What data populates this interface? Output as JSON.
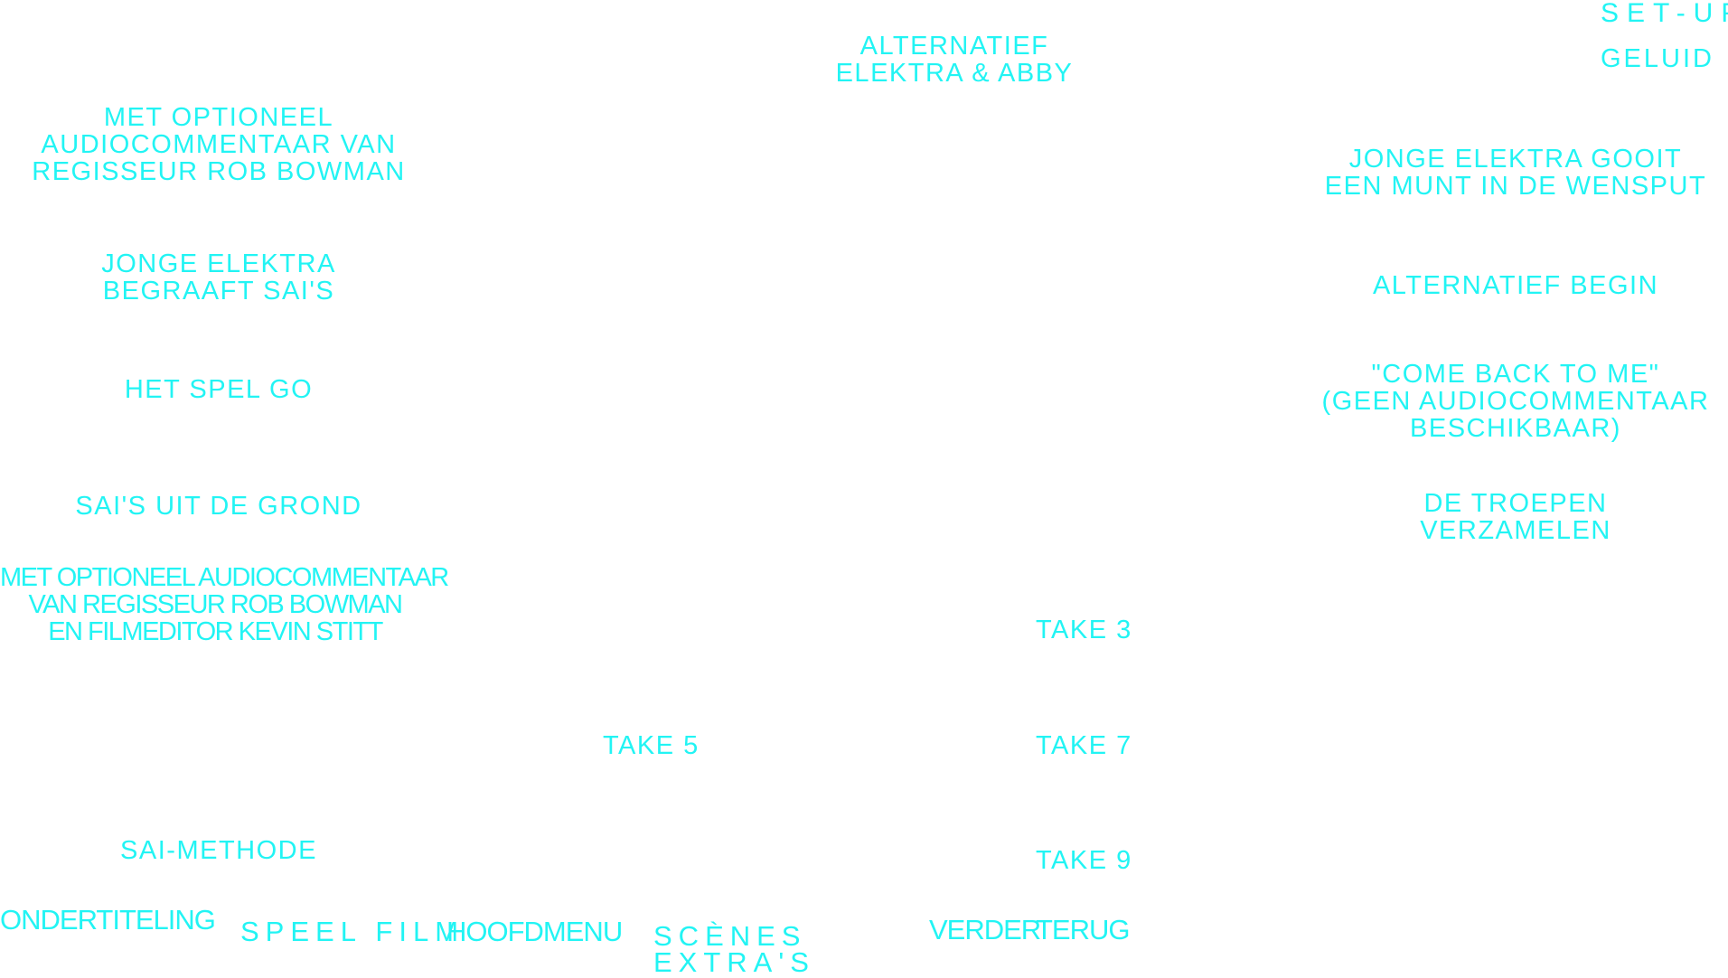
{
  "colors": {
    "text": "#22f4f4",
    "background": "#ffffff"
  },
  "header": {
    "alt_elektra_abby": [
      "Alternatief",
      "Elektra & Abby"
    ],
    "setup": "Set-up",
    "sound": "Geluid"
  },
  "scenes_left": [
    {
      "lines": [
        "Met optioneel",
        "audiocommentaar van",
        "regisseur Rob Bowman"
      ]
    },
    {
      "lines": [
        "Jonge Elektra",
        "begraaft sai's"
      ]
    },
    {
      "lines": [
        "Het spel Go"
      ]
    },
    {
      "lines": [
        "Sai's uit de grond"
      ]
    },
    {
      "lines": [
        "Met optioneel audiocommentaar",
        "van regisseur Rob Bowman",
        "en filmeditor Kevin Stitt"
      ]
    },
    {
      "lines": [
        "Sai-methode"
      ]
    }
  ],
  "scenes_right": [
    {
      "lines": [
        "Jonge Elektra gooit",
        "een munt in de wensput"
      ]
    },
    {
      "lines": [
        "Alternatief begin"
      ]
    },
    {
      "lines": [
        "\"Come back to me\"",
        "(geen audiocommentaar",
        "beschikbaar)"
      ]
    },
    {
      "lines": [
        "De troepen",
        "verzamelen"
      ]
    }
  ],
  "takes": {
    "take3": "Take 3",
    "take5": "Take 5",
    "take7": "Take 7",
    "take9": "Take 9"
  },
  "bottom_menu": {
    "subtitles": "Ondertiteling",
    "play_film": "Speel film",
    "main_menu": "Hoofdmenu",
    "scenes": "Scènes",
    "extras": "Extra's",
    "next": "Verder",
    "back": "Terug"
  }
}
